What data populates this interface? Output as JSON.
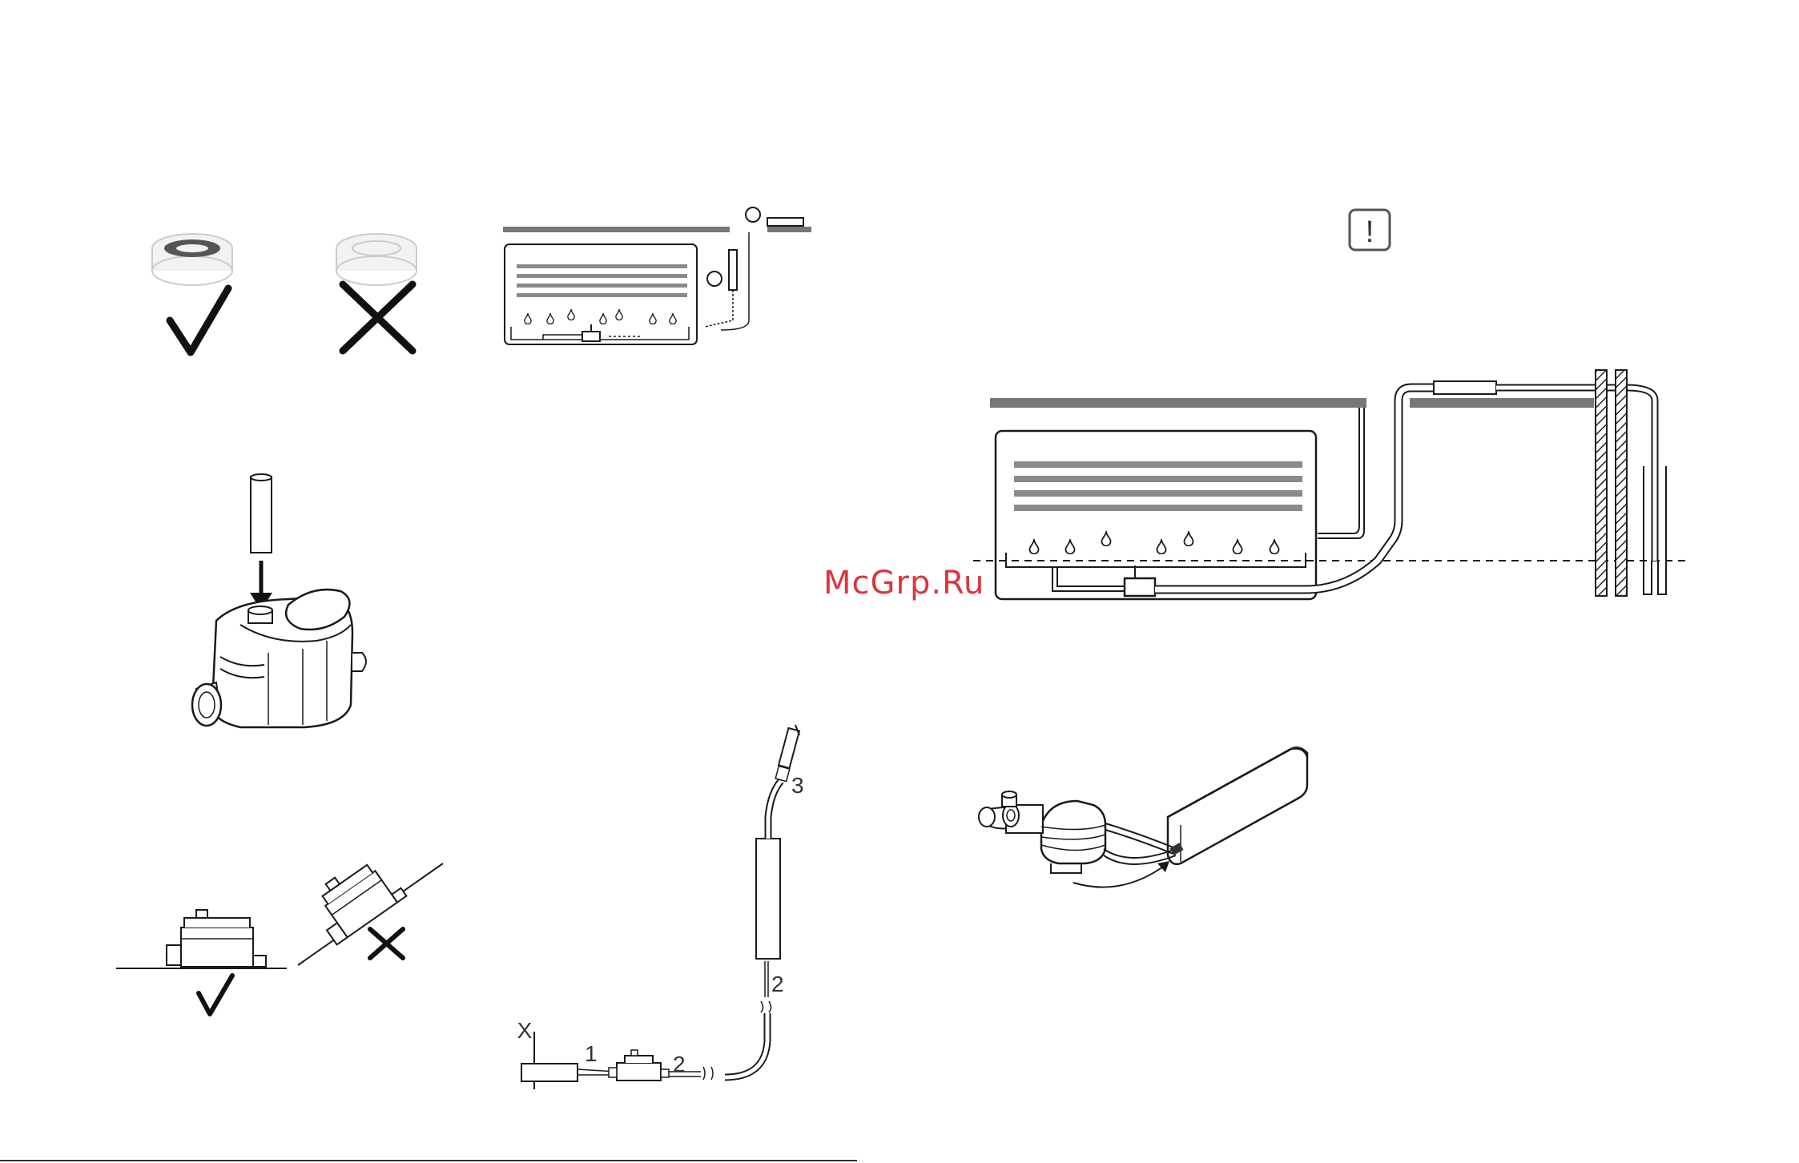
{
  "watermark": {
    "text": "McGrp.Ru",
    "color": "#d9363e"
  },
  "warning": {
    "symbol": "!",
    "icon": "warning-icon"
  },
  "install_diagram": {
    "labels": {
      "x": "X",
      "n1": "1",
      "n2a": "2",
      "n2b": "2",
      "n3": "3"
    }
  },
  "colors": {
    "ink": "#1a1a1a",
    "vent": "#8a8a8a",
    "ceiling": "#777777"
  }
}
